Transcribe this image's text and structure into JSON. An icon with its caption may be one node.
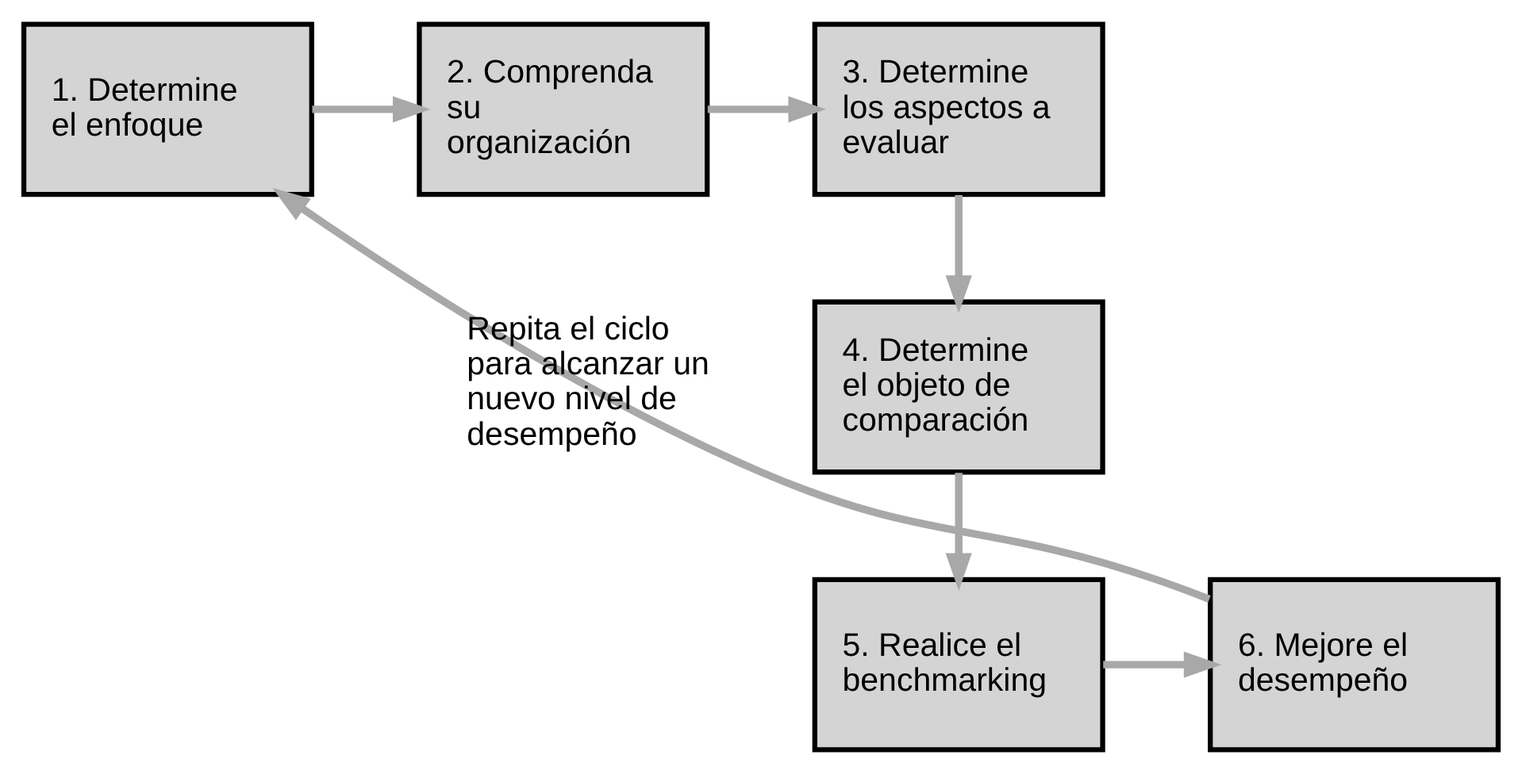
{
  "diagram": {
    "nodes": [
      {
        "text": [
          "1. Determine el enfoque"
        ]
      },
      {
        "text": [
          "2. Comprenda su organización"
        ]
      },
      {
        "text": [
          "3. Determine los aspectos a evaluar"
        ]
      },
      {
        "text": [
          "4. Determine el objeto de comparación"
        ]
      },
      {
        "text": [
          "5. Realice el benchmarking"
        ]
      },
      {
        "text": [
          "6. Mejore el desempeño"
        ]
      }
    ],
    "edges": [
      {
        "from": 0,
        "to": 1,
        "arrow": "to"
      },
      {
        "from": 1,
        "to": 2,
        "arrow": "to"
      },
      {
        "from": 2,
        "to": 3,
        "arrow": "to"
      },
      {
        "from": 3,
        "to": 4,
        "arrow": "to"
      },
      {
        "from": 4,
        "to": 5,
        "arrow": "to"
      },
      {
        "from": 5,
        "to": 0,
        "arrow": "to",
        "label": "Repita el ciclo para alcanzar un nuevo nivel de desempeño"
      }
    ]
  }
}
